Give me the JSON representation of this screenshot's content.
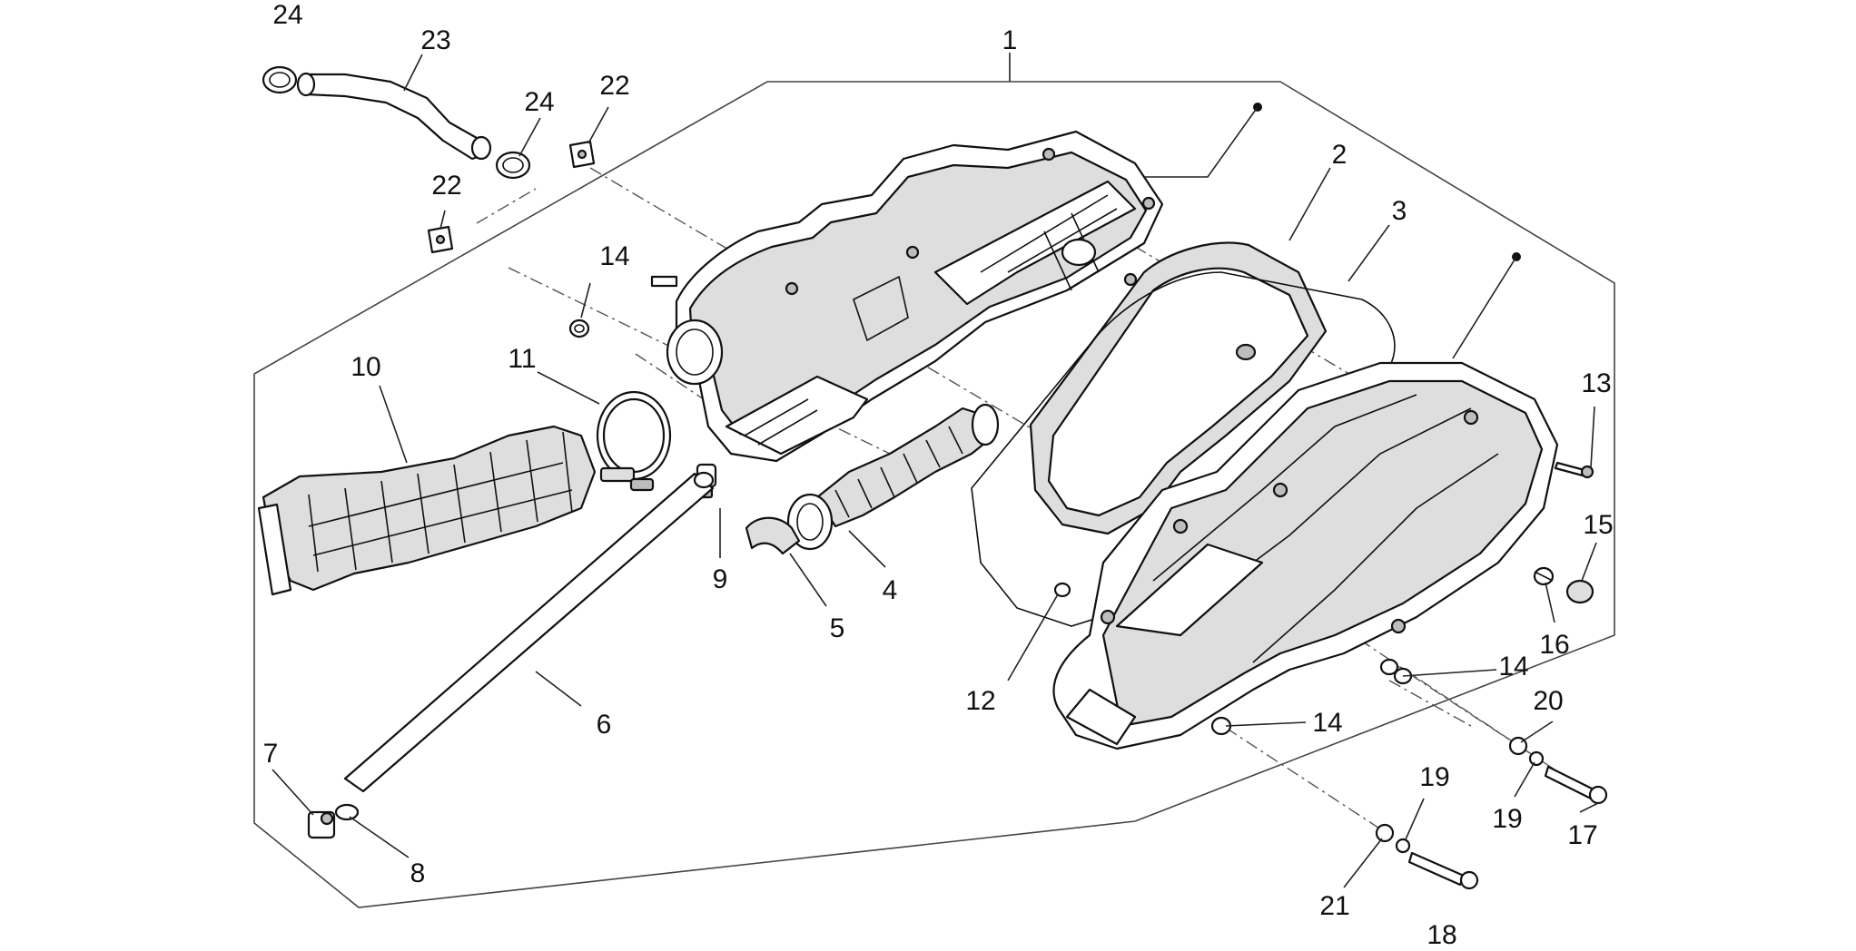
{
  "diagram": {
    "callouts": [
      {
        "id": "c1",
        "text": "1"
      },
      {
        "id": "c2",
        "text": "2"
      },
      {
        "id": "c3",
        "text": "3"
      },
      {
        "id": "c4",
        "text": "4"
      },
      {
        "id": "c5",
        "text": "5"
      },
      {
        "id": "c6",
        "text": "6"
      },
      {
        "id": "c7",
        "text": "7"
      },
      {
        "id": "c8",
        "text": "8"
      },
      {
        "id": "c9",
        "text": "9"
      },
      {
        "id": "c10",
        "text": "10"
      },
      {
        "id": "c11",
        "text": "11"
      },
      {
        "id": "c12",
        "text": "12"
      },
      {
        "id": "c13",
        "text": "13"
      },
      {
        "id": "c14a",
        "text": "14"
      },
      {
        "id": "c14b",
        "text": "14"
      },
      {
        "id": "c14c",
        "text": "14"
      },
      {
        "id": "c15",
        "text": "15"
      },
      {
        "id": "c16",
        "text": "16"
      },
      {
        "id": "c17",
        "text": "17"
      },
      {
        "id": "c18",
        "text": "18"
      },
      {
        "id": "c19a",
        "text": "19"
      },
      {
        "id": "c19b",
        "text": "19"
      },
      {
        "id": "c20",
        "text": "20"
      },
      {
        "id": "c21",
        "text": "21"
      },
      {
        "id": "c22a",
        "text": "22"
      },
      {
        "id": "c22b",
        "text": "22"
      },
      {
        "id": "c23",
        "text": "23"
      },
      {
        "id": "c24a",
        "text": "24"
      },
      {
        "id": "c24b",
        "text": "24"
      }
    ]
  }
}
